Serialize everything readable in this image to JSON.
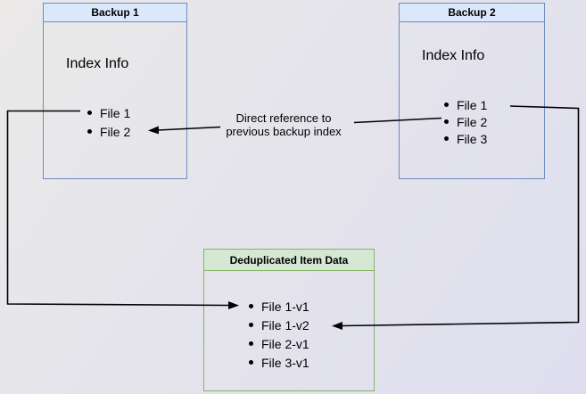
{
  "diagram": {
    "backup1": {
      "title": "Backup 1",
      "body_label": "Index Info",
      "files": [
        "File 1",
        "File 2"
      ]
    },
    "backup2": {
      "title": "Backup 2",
      "body_label": "Index Info",
      "files": [
        "File 1",
        "File 2",
        "File 3"
      ]
    },
    "dedup": {
      "title": "Deduplicated Item Data",
      "files": [
        "File 1-v1",
        "File 1-v2",
        "File 2-v1",
        "File 3-v1"
      ]
    },
    "edge_label": {
      "line1": "Direct reference to",
      "line2": "previous backup index"
    },
    "colors": {
      "blue_header_fill": "#dbe8fb",
      "blue_border": "#6c8ebf",
      "green_header_fill": "#d5e8d4",
      "green_border": "#82b366",
      "connector": "#000000",
      "background_start": "#eae9e8",
      "background_end": "#dedeef"
    }
  }
}
